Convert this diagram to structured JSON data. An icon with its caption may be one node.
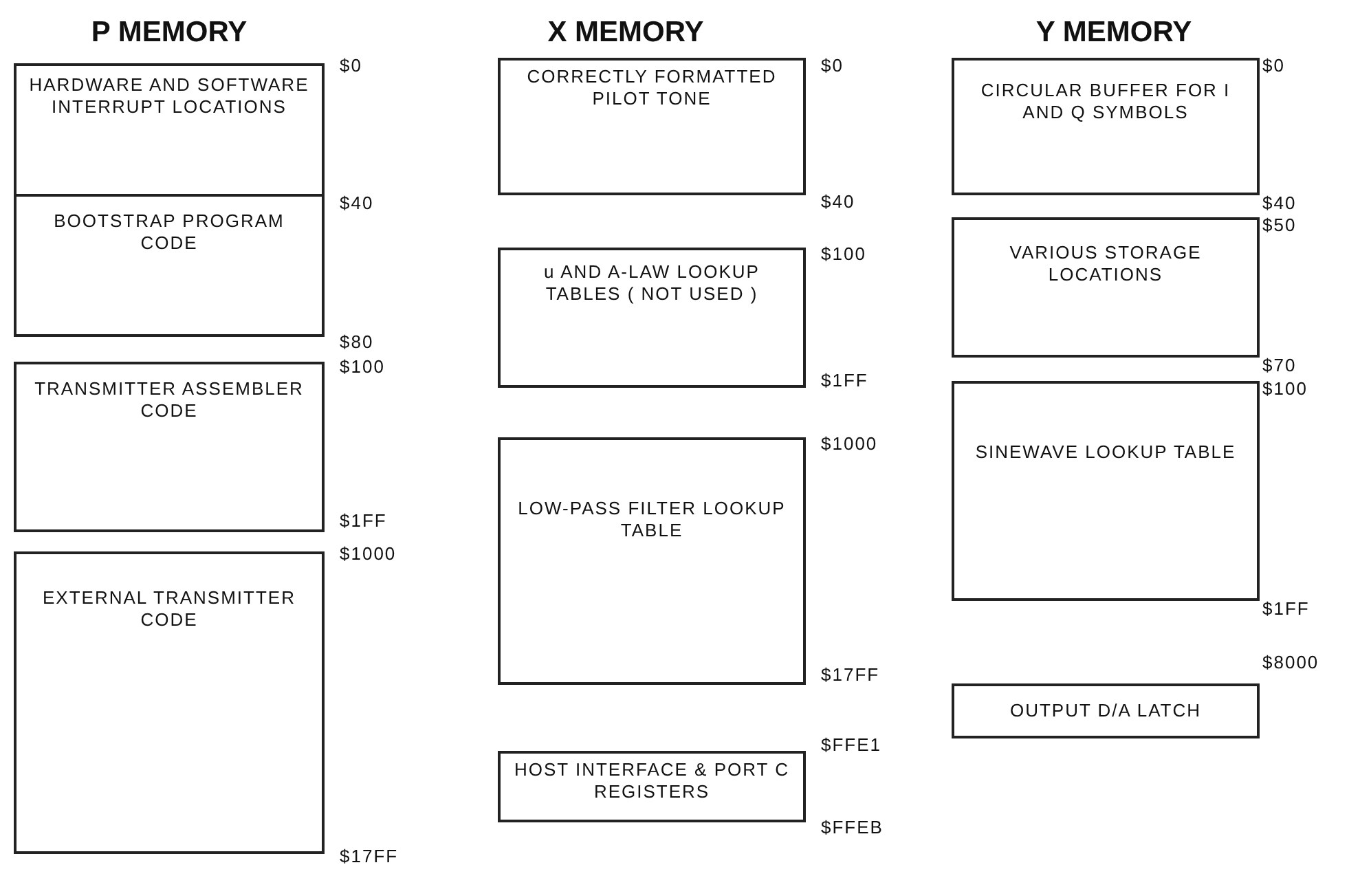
{
  "diagram": {
    "nodes": [
      {
        "text": [
          "HARDWARE AND SOFTWARE INTERRUPT LOCATIONS"
        ],
        "beside": [
          "$0"
        ]
      },
      {
        "text": [
          "BOOTSTRAP PROGRAM CODE"
        ],
        "beside": [
          "$40",
          "$80"
        ]
      },
      {
        "text": [
          "TRANSMITTER ASSEMBLER CODE"
        ],
        "beside": [
          "$100",
          "$1FF"
        ]
      },
      {
        "text": [
          "EXTERNAL TRANSMITTER CODE"
        ],
        "beside": [
          "$1000",
          "$17FF"
        ]
      },
      {
        "text": [
          "CORRECTLY FORMATTED PILOT TONE"
        ],
        "beside": [
          "$0",
          "$40"
        ]
      },
      {
        "text": [
          "u AND A-LAW LOOKUP TABLES ( NOT USED )"
        ],
        "beside": [
          "$100",
          "$1FF"
        ]
      },
      {
        "text": [
          "LOW-PASS FILTER LOOKUP TABLE"
        ],
        "beside": [
          "$1000",
          "$17FF"
        ]
      },
      {
        "text": [
          "HOST INTERFACE & PORT C REGISTERS"
        ],
        "beside": [
          "$FFE1",
          "$FFEB"
        ]
      },
      {
        "text": [
          "CIRCULAR BUFFER FOR I AND Q SYMBOLS"
        ],
        "beside": [
          "$0",
          "$40"
        ]
      },
      {
        "text": [
          "VARIOUS STORAGE LOCATIONS"
        ],
        "beside": [
          "$50",
          "$70"
        ]
      },
      {
        "text": [
          "SINEWAVE LOOKUP TABLE"
        ],
        "beside": [
          "$100",
          "$1FF"
        ]
      },
      {
        "text": [
          "OUTPUT D/A LATCH"
        ],
        "beside": [
          "$8000"
        ]
      }
    ],
    "labels": [
      "P MEMORY",
      "X MEMORY",
      "Y MEMORY"
    ]
  }
}
